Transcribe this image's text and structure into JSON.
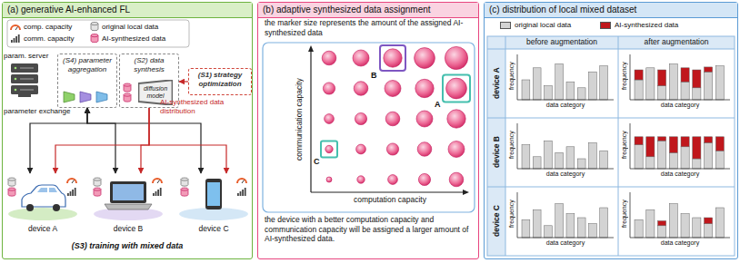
{
  "diagram": {
    "nodes": [
      {
        "text": [
          "(a) generative AI-enhanced FL"
        ]
      },
      {
        "text": [
          "(S4) parameter aggregation"
        ],
        "in": 0
      },
      {
        "text": [
          "(S2) data synthesis"
        ],
        "in": 0
      },
      {
        "text": [
          "diffusion model"
        ],
        "in": 2
      },
      {
        "text": [
          "(S1) strategy optimization"
        ],
        "in": 0
      },
      {
        "text": [
          "device A"
        ],
        "in": 0
      },
      {
        "text": [
          "device B"
        ],
        "in": 0
      },
      {
        "text": [
          "device C"
        ],
        "in": 0
      },
      {
        "text": [
          "(b) adaptive synthesized data assignment"
        ]
      },
      {
        "text": [
          "(c) distribution of local mixed dataset"
        ]
      }
    ],
    "edges": [
      {
        "from": 4,
        "to": 2,
        "arrow": "to"
      },
      {
        "from": 1,
        "to": 5,
        "arrow": "both"
      },
      {
        "from": 1,
        "to": 6,
        "arrow": "both"
      },
      {
        "from": 1,
        "to": 7,
        "arrow": "both"
      },
      {
        "from": 2,
        "to": 5,
        "arrow": "to"
      },
      {
        "from": 2,
        "to": 6,
        "arrow": "to"
      },
      {
        "from": 2,
        "to": 7,
        "arrow": "to"
      }
    ],
    "labels": [
      "param. server",
      "parameter exchange",
      "AI-synthesized data distribution",
      "(S3) training with mixed data",
      "the marker size represents the amount of the assigned AI-synthesized data",
      "communication capacity",
      "computation capacity",
      "B",
      "A",
      "C",
      "the device with a better computation capacity and communication capacity will be assigned a larger amount of AI-synthesized data.",
      "before augmentation",
      "after augmentation",
      "device A",
      "device B",
      "device C",
      "frequency",
      "data category",
      "frequency",
      "data category",
      "frequency",
      "data category",
      "frequency",
      "data category",
      "frequency",
      "data category",
      "frequency",
      "data category"
    ],
    "legend": [
      {
        "text": "comp. capacity"
      },
      {
        "text": "comm. capacity"
      },
      {
        "text": "original local data"
      },
      {
        "text": "AI-synthesized data"
      },
      {
        "text": "original local data",
        "color": "#d3d3d3"
      },
      {
        "text": "AI-synthesized data",
        "color": "#c0171c"
      }
    ]
  }
}
